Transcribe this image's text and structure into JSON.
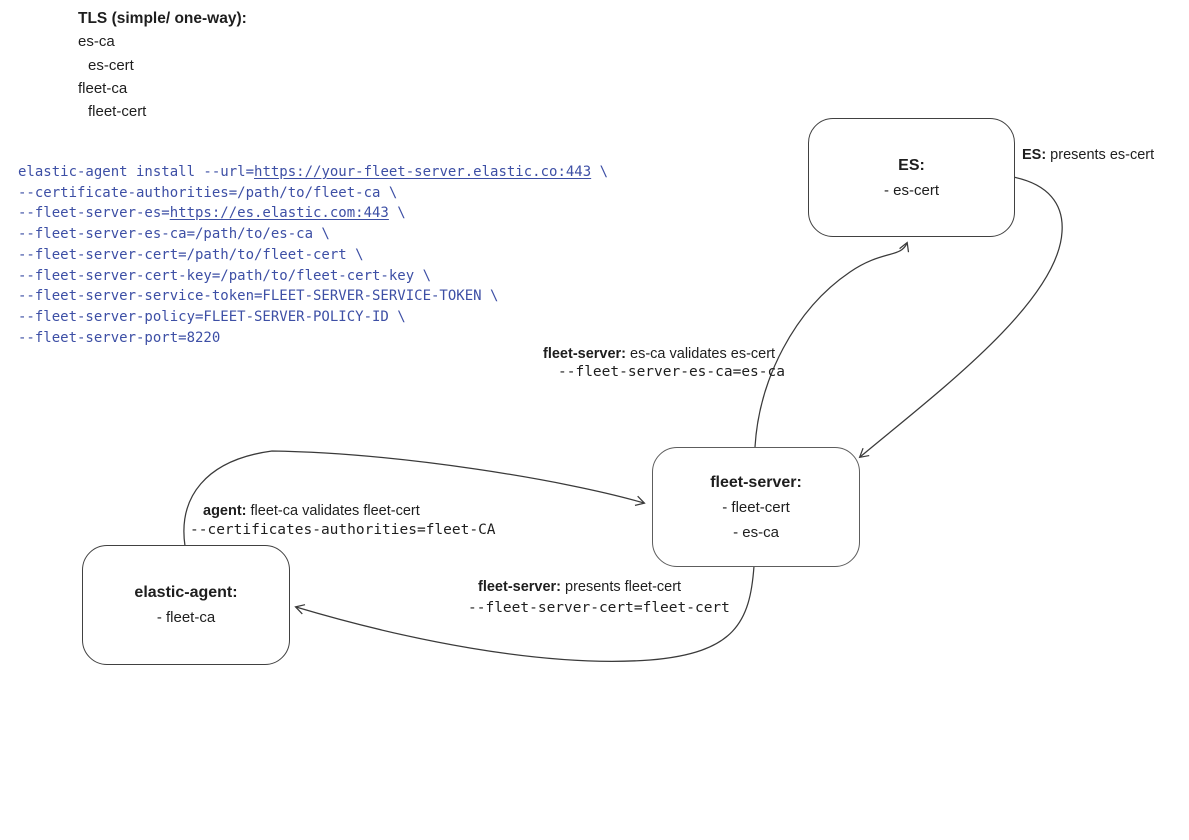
{
  "legend": {
    "title": "TLS (simple/ one-way):",
    "items": [
      "es-ca",
      "es-cert",
      "fleet-ca",
      "fleet-cert"
    ]
  },
  "code": {
    "lines": [
      "elastic-agent install --url=https://your-fleet-server.elastic.co:443 \\",
      "--certificate-authorities=/path/to/fleet-ca \\",
      "--fleet-server-es=https://es.elastic.com:443 \\",
      "--fleet-server-es-ca=/path/to/es-ca \\",
      "--fleet-server-cert=/path/to/fleet-cert \\",
      "--fleet-server-cert-key=/path/to/fleet-cert-key \\",
      "--fleet-server-service-token=FLEET-SERVER-SERVICE-TOKEN \\",
      "--fleet-server-policy=FLEET-SERVER-POLICY-ID \\",
      "--fleet-server-port=8220"
    ],
    "underlined": [
      "https://your-fleet-server.elastic.co:443",
      "https://es.elastic.com:443"
    ]
  },
  "nodes": {
    "es": {
      "title": "ES:",
      "items": [
        "- es-cert"
      ]
    },
    "fleet_server": {
      "title": "fleet-server:",
      "items": [
        "- fleet-cert",
        "- es-ca"
      ]
    },
    "elastic_agent": {
      "title": "elastic-agent:",
      "items": [
        "- fleet-ca"
      ]
    }
  },
  "edge_labels": {
    "es_presents": {
      "bold": "ES:",
      "text": "presents es-cert"
    },
    "fs_validates": {
      "bold": "fleet-server:",
      "text": "es-ca validates es-cert",
      "code": "--fleet-server-es-ca=es-ca"
    },
    "agent_validates": {
      "bold": "agent:",
      "text": "fleet-ca validates fleet-cert",
      "code": "--certificates-authorities=fleet-CA"
    },
    "fs_presents": {
      "bold": "fleet-server:",
      "text": "presents fleet-cert",
      "code": "--fleet-server-cert=fleet-cert"
    }
  },
  "colors": {
    "code_blue": "#3d4fa5",
    "edge_stroke": "#3a3a3a",
    "box_border": "#414141",
    "text": "#1e1e1e",
    "background": "#ffffff"
  }
}
